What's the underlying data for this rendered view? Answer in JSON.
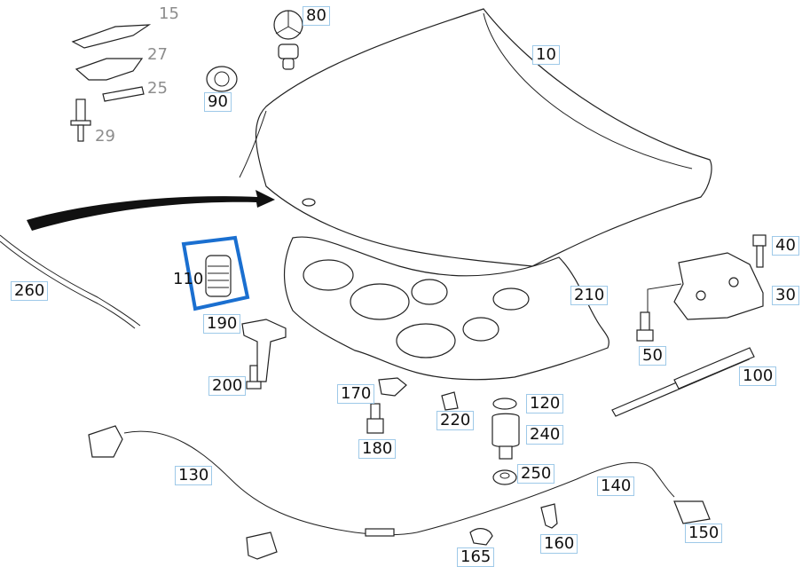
{
  "labels": {
    "l15": "15",
    "l27": "27",
    "l25": "25",
    "l29": "29",
    "l80": "80",
    "l90": "90",
    "l10": "10",
    "l260": "260",
    "l110": "110",
    "l190": "190",
    "l200": "200",
    "l210": "210",
    "l40": "40",
    "l30": "30",
    "l50": "50",
    "l100": "100",
    "l170": "170",
    "l180": "180",
    "l220": "220",
    "l120": "120",
    "l240": "240",
    "l250": "250",
    "l130": "130",
    "l140": "140",
    "l150": "150",
    "l160": "160",
    "l165": "165"
  },
  "colors": {
    "highlight": "#1a6fd0",
    "label_border": "#9ec9e8",
    "grey_label": "#8c8c8c",
    "line": "#222222"
  }
}
